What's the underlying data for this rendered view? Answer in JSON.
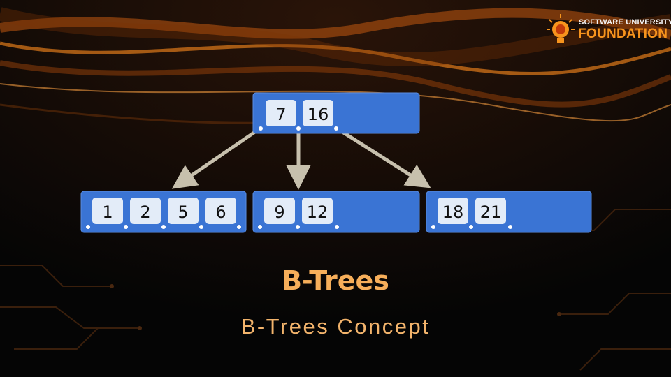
{
  "logo": {
    "line1": "SOFTWARE UNIVERSITY",
    "line2": "FOUNDATION"
  },
  "title": "B-Trees",
  "subtitle": "B-Trees Concept",
  "tree": {
    "root": {
      "keys": [
        "7",
        "16"
      ]
    },
    "children": [
      {
        "keys": [
          "1",
          "2",
          "5",
          "6"
        ]
      },
      {
        "keys": [
          "9",
          "12"
        ]
      },
      {
        "keys": [
          "18",
          "21"
        ]
      }
    ]
  },
  "colors": {
    "node_fill": "#3a74d4",
    "key_fill": "#e3ecf8",
    "arrow": "#c7c0ad",
    "accent": "#f7941d",
    "title": "#f6ae5a"
  }
}
